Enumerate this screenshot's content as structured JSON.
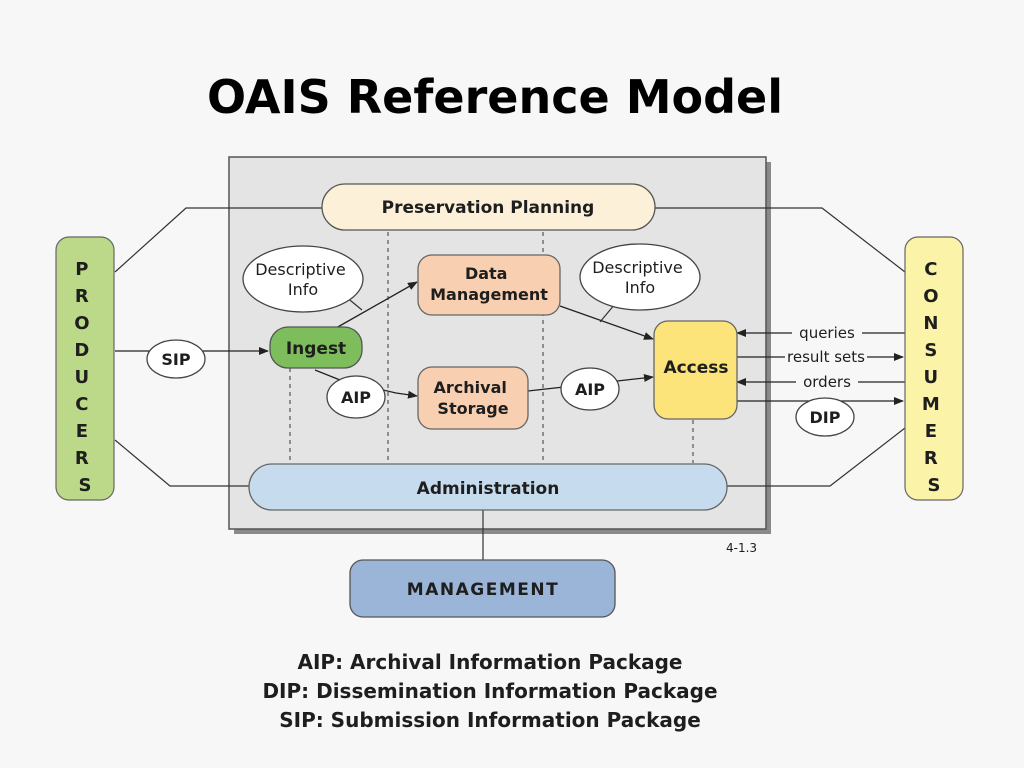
{
  "title": "OAIS Reference Model",
  "diagram": {
    "producers": [
      "P",
      "R",
      "O",
      "D",
      "U",
      "C",
      "E",
      "R",
      "S"
    ],
    "consumers": [
      "C",
      "O",
      "N",
      "S",
      "U",
      "M",
      "E",
      "R",
      "S"
    ],
    "preservation_planning": "Preservation Planning",
    "descriptive_info_left": [
      "Descriptive",
      "Info"
    ],
    "descriptive_info_right": [
      "Descriptive",
      "Info"
    ],
    "data_management": [
      "Data",
      "Management"
    ],
    "ingest": "Ingest",
    "archival_storage": [
      "Archival",
      "Storage"
    ],
    "access": "Access",
    "administration": "Administration",
    "management": "MANAGEMENT",
    "sip_label": "SIP",
    "aip_label_left": "AIP",
    "aip_label_right": "AIP",
    "dip_label": "DIP",
    "queries": "queries",
    "result_sets": "result sets",
    "orders": "orders",
    "figure_number": "4-1.3",
    "colors": {
      "producers": "#bcd98a",
      "consumers": "#fbf3a8",
      "preservation": "#fdf0d8",
      "entity_orange": "#f8cfb0",
      "ingest": "#7dbd5c",
      "access": "#fce47a",
      "administration": "#c6dcee",
      "management": "#9bb5d9",
      "oais_box": "#e4e4e4"
    }
  },
  "legend": [
    "AIP: Archival Information Package",
    "DIP: Dissemination Information Package",
    "SIP: Submission Information Package"
  ]
}
